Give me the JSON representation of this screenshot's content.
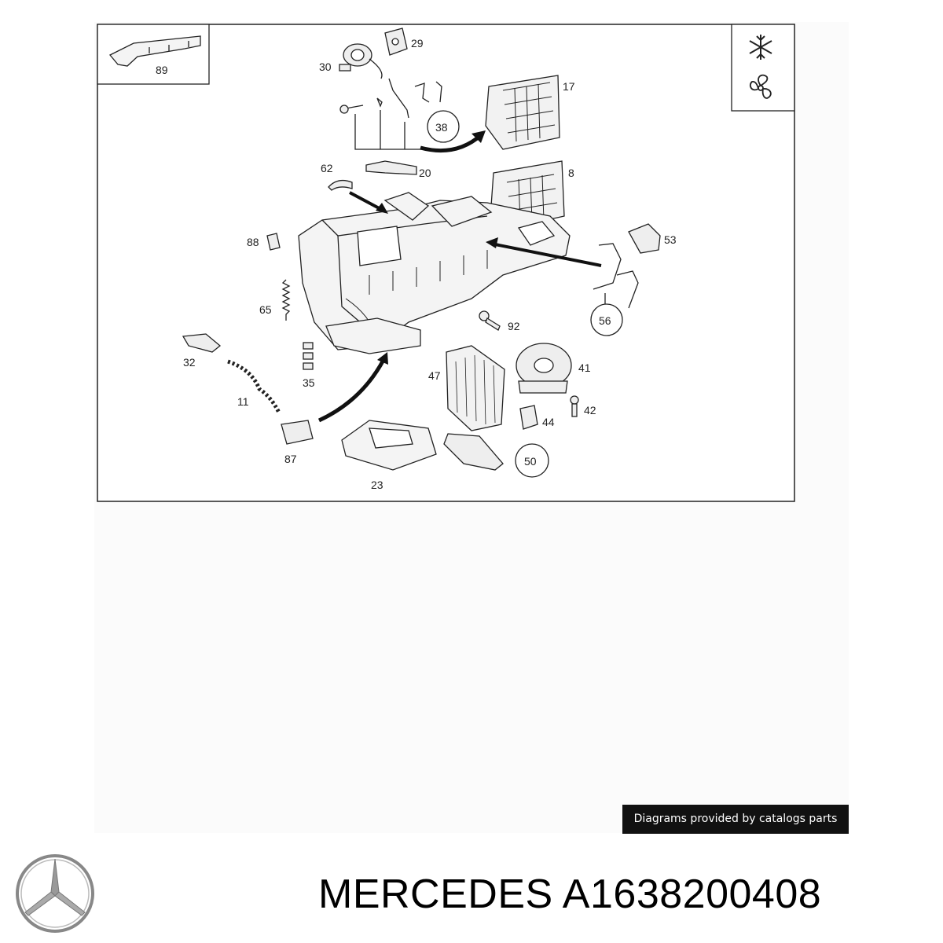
{
  "diagram": {
    "part_labels": {
      "p89": "89",
      "p30": "30",
      "p29": "29",
      "p17": "17",
      "p38": "38",
      "p62": "62",
      "p20": "20",
      "p8": "8",
      "p88": "88",
      "p53": "53",
      "p65": "65",
      "p56": "56",
      "p92": "92",
      "p32": "32",
      "p41": "41",
      "p35": "35",
      "p47": "47",
      "p11": "11",
      "p42": "42",
      "p44": "44",
      "p87": "87",
      "p50": "50",
      "p23": "23"
    },
    "icons": [
      "snowflake-icon",
      "fan-icon"
    ]
  },
  "credit": "Diagrams provided by catalogs parts",
  "footer": {
    "brand": "MERCEDES",
    "part_number": "A1638200408",
    "logo_icon": "mercedes-star-logo"
  }
}
